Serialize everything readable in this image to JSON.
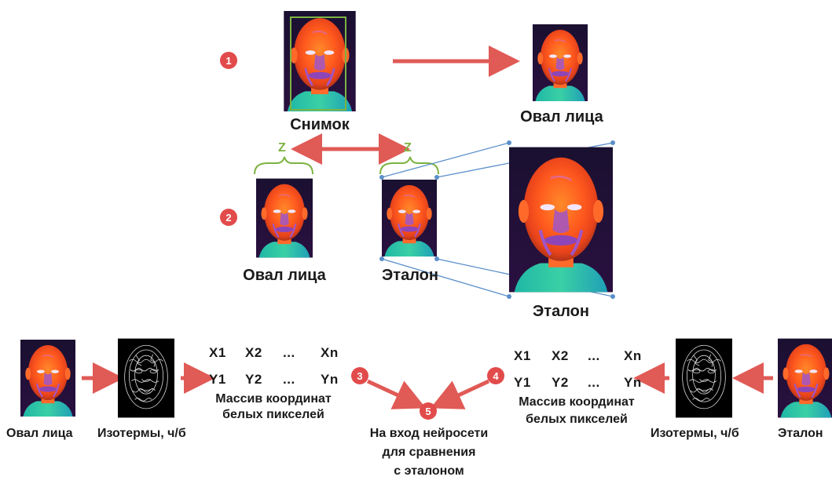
{
  "labels": {
    "snapshot": "Снимок",
    "face_oval_top": "Овал лица",
    "face_oval_mid": "Овал лица",
    "etalon_mid": "Эталон",
    "etalon_big": "Эталон",
    "face_oval_bottom": "Овал лица",
    "isotherms_left": "Изотермы, ч/б",
    "isotherms_right": "Изотермы, ч/б",
    "etalon_bottom": "Эталон",
    "array_left_line1": "Массив координат",
    "array_left_line2": "белых пикселей",
    "array_right_line1": "Массив координат",
    "array_right_line2": "белых пикселей",
    "nn_line1": "На вход нейросети",
    "nn_line2": "для сравнения",
    "nn_line3": "с эталоном"
  },
  "coords": {
    "left_x": [
      "X1",
      "X2",
      "...",
      "Xn"
    ],
    "left_y": [
      "Y1",
      "Y2",
      "...",
      "Yn"
    ],
    "right_x": [
      "X1",
      "X2",
      "...",
      "Xn"
    ],
    "right_y": [
      "Y1",
      "Y2",
      "...",
      "Yn"
    ]
  },
  "badges": [
    "1",
    "2",
    "3",
    "4",
    "5"
  ],
  "z_label": "Z",
  "colors": {
    "arrow": "#e05a56",
    "badge": "#e24b4b",
    "z_bracket": "#7cb342",
    "zoom_lines": "#5b8fc9",
    "face_hot": "#ff5a1e",
    "face_warm": "#ff8a2a",
    "face_cool": "#a056c8",
    "background_dark": "#1a1030"
  },
  "icons": {
    "arrow": "right-arrow-icon",
    "double_arrow": "double-arrow-icon",
    "bracket": "curly-brace-icon"
  }
}
